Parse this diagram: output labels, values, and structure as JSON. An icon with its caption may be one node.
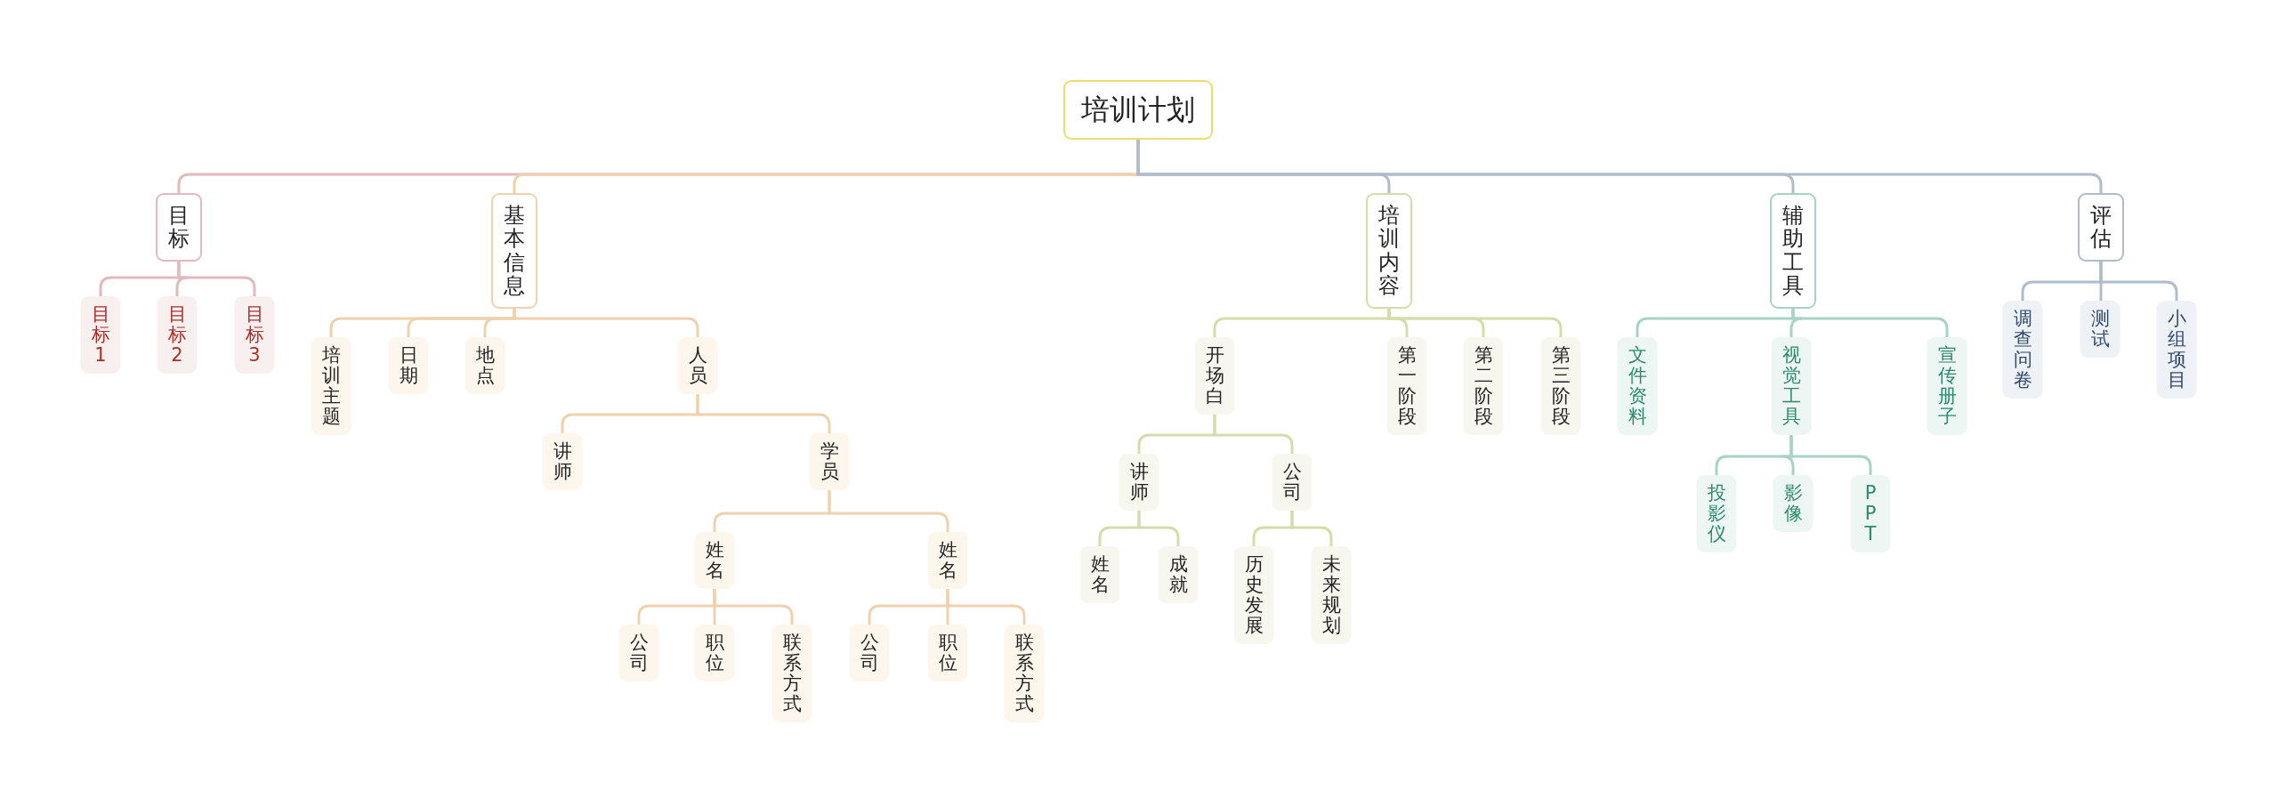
{
  "diagram": {
    "nodes": [
      {
        "text": [
          "培训计划"
        ]
      },
      {
        "text": [
          "目标"
        ]
      },
      {
        "text": [
          "目标1"
        ]
      },
      {
        "text": [
          "目标2"
        ]
      },
      {
        "text": [
          "目标3"
        ]
      },
      {
        "text": [
          "基本信息"
        ]
      },
      {
        "text": [
          "培训主题"
        ]
      },
      {
        "text": [
          "日期"
        ]
      },
      {
        "text": [
          "地点"
        ]
      },
      {
        "text": [
          "人员"
        ]
      },
      {
        "text": [
          "讲师"
        ]
      },
      {
        "text": [
          "学员"
        ]
      },
      {
        "text": [
          "姓名"
        ]
      },
      {
        "text": [
          "公司"
        ]
      },
      {
        "text": [
          "职位"
        ]
      },
      {
        "text": [
          "联系方式"
        ]
      },
      {
        "text": [
          "姓名"
        ]
      },
      {
        "text": [
          "公司"
        ]
      },
      {
        "text": [
          "职位"
        ]
      },
      {
        "text": [
          "联系方式"
        ]
      },
      {
        "text": [
          "培训内容"
        ]
      },
      {
        "text": [
          "开场白"
        ]
      },
      {
        "text": [
          "讲师"
        ]
      },
      {
        "text": [
          "姓名"
        ]
      },
      {
        "text": [
          "成就"
        ]
      },
      {
        "text": [
          "公司"
        ]
      },
      {
        "text": [
          "历史发展"
        ]
      },
      {
        "text": [
          "未来规划"
        ]
      },
      {
        "text": [
          "第一阶段"
        ]
      },
      {
        "text": [
          "第二阶段"
        ]
      },
      {
        "text": [
          "第三阶段"
        ]
      },
      {
        "text": [
          "辅助工具"
        ]
      },
      {
        "text": [
          "文件资料"
        ]
      },
      {
        "text": [
          "视觉工具"
        ]
      },
      {
        "text": [
          "投影仪"
        ]
      },
      {
        "text": [
          "影像"
        ]
      },
      {
        "text": [
          "PPT"
        ]
      },
      {
        "text": [
          "宣传册子"
        ]
      },
      {
        "text": [
          "评估"
        ]
      },
      {
        "text": [
          "调查问卷"
        ]
      },
      {
        "text": [
          "测试"
        ]
      },
      {
        "text": [
          "小组项目"
        ]
      }
    ],
    "edges": [
      {
        "from": 0,
        "to": 1,
        "arrow": "none",
        "color": "#e2b9bc"
      },
      {
        "from": 1,
        "to": 2,
        "arrow": "none",
        "color": "#e2b9bc"
      },
      {
        "from": 1,
        "to": 3,
        "arrow": "none",
        "color": "#e2b9bc"
      },
      {
        "from": 1,
        "to": 4,
        "arrow": "none",
        "color": "#e2b9bc"
      },
      {
        "from": 0,
        "to": 5,
        "arrow": "none"
      },
      {
        "from": 5,
        "to": 6,
        "arrow": "none"
      },
      {
        "from": 5,
        "to": 7,
        "arrow": "none"
      },
      {
        "from": 5,
        "to": 8,
        "arrow": "none"
      },
      {
        "from": 5,
        "to": 9,
        "arrow": "none"
      },
      {
        "from": 9,
        "to": 10,
        "arrow": "none"
      },
      {
        "from": 9,
        "to": 11,
        "arrow": "none"
      },
      {
        "from": 11,
        "to": 12,
        "arrow": "none"
      },
      {
        "from": 12,
        "to": 13,
        "arrow": "none"
      },
      {
        "from": 12,
        "to": 14,
        "arrow": "none"
      },
      {
        "from": 12,
        "to": 15,
        "arrow": "none"
      },
      {
        "from": 11,
        "to": 16,
        "arrow": "none"
      },
      {
        "from": 16,
        "to": 17,
        "arrow": "none"
      },
      {
        "from": 16,
        "to": 18,
        "arrow": "none"
      },
      {
        "from": 16,
        "to": 19,
        "arrow": "none"
      },
      {
        "from": 0,
        "to": 20,
        "arrow": "none",
        "color": "#aebccb"
      },
      {
        "from": 20,
        "to": 21,
        "arrow": "none",
        "color": "#d6dca9"
      },
      {
        "from": 21,
        "to": 22,
        "arrow": "none",
        "color": "#d6dca9"
      },
      {
        "from": 22,
        "to": 23,
        "arrow": "none",
        "color": "#d6dca9"
      },
      {
        "from": 22,
        "to": 24,
        "arrow": "none",
        "color": "#d6dca9"
      },
      {
        "from": 21,
        "to": 25,
        "arrow": "none",
        "color": "#d6dca9"
      },
      {
        "from": 25,
        "to": 26,
        "arrow": "none",
        "color": "#d6dca9"
      },
      {
        "from": 25,
        "to": 27,
        "arrow": "none",
        "color": "#d6dca9"
      },
      {
        "from": 20,
        "to": 28,
        "arrow": "none",
        "color": "#d6dca9"
      },
      {
        "from": 20,
        "to": 29,
        "arrow": "none",
        "color": "#d6dca9"
      },
      {
        "from": 20,
        "to": 30,
        "arrow": "none",
        "color": "#d6dca9"
      },
      {
        "from": 0,
        "to": 31,
        "arrow": "none",
        "color": "#aebccb"
      },
      {
        "from": 31,
        "to": 32,
        "arrow": "none",
        "color": "#a6d2c7"
      },
      {
        "from": 31,
        "to": 33,
        "arrow": "none",
        "color": "#a6d2c7"
      },
      {
        "from": 33,
        "to": 34,
        "arrow": "none",
        "color": "#a6d2c7"
      },
      {
        "from": 33,
        "to": 35,
        "arrow": "none",
        "color": "#a6d2c7"
      },
      {
        "from": 33,
        "to": 36,
        "arrow": "none",
        "color": "#a6d2c7"
      },
      {
        "from": 31,
        "to": 37,
        "arrow": "none",
        "color": "#a6d2c7"
      },
      {
        "from": 0,
        "to": 38,
        "arrow": "none",
        "color": "#aebccb"
      },
      {
        "from": 38,
        "to": 39,
        "arrow": "none",
        "color": "#aebccb"
      },
      {
        "from": 38,
        "to": 40,
        "arrow": "none",
        "color": "#aebccb"
      },
      {
        "from": 38,
        "to": 41,
        "arrow": "none",
        "color": "#aebccb"
      }
    ]
  }
}
